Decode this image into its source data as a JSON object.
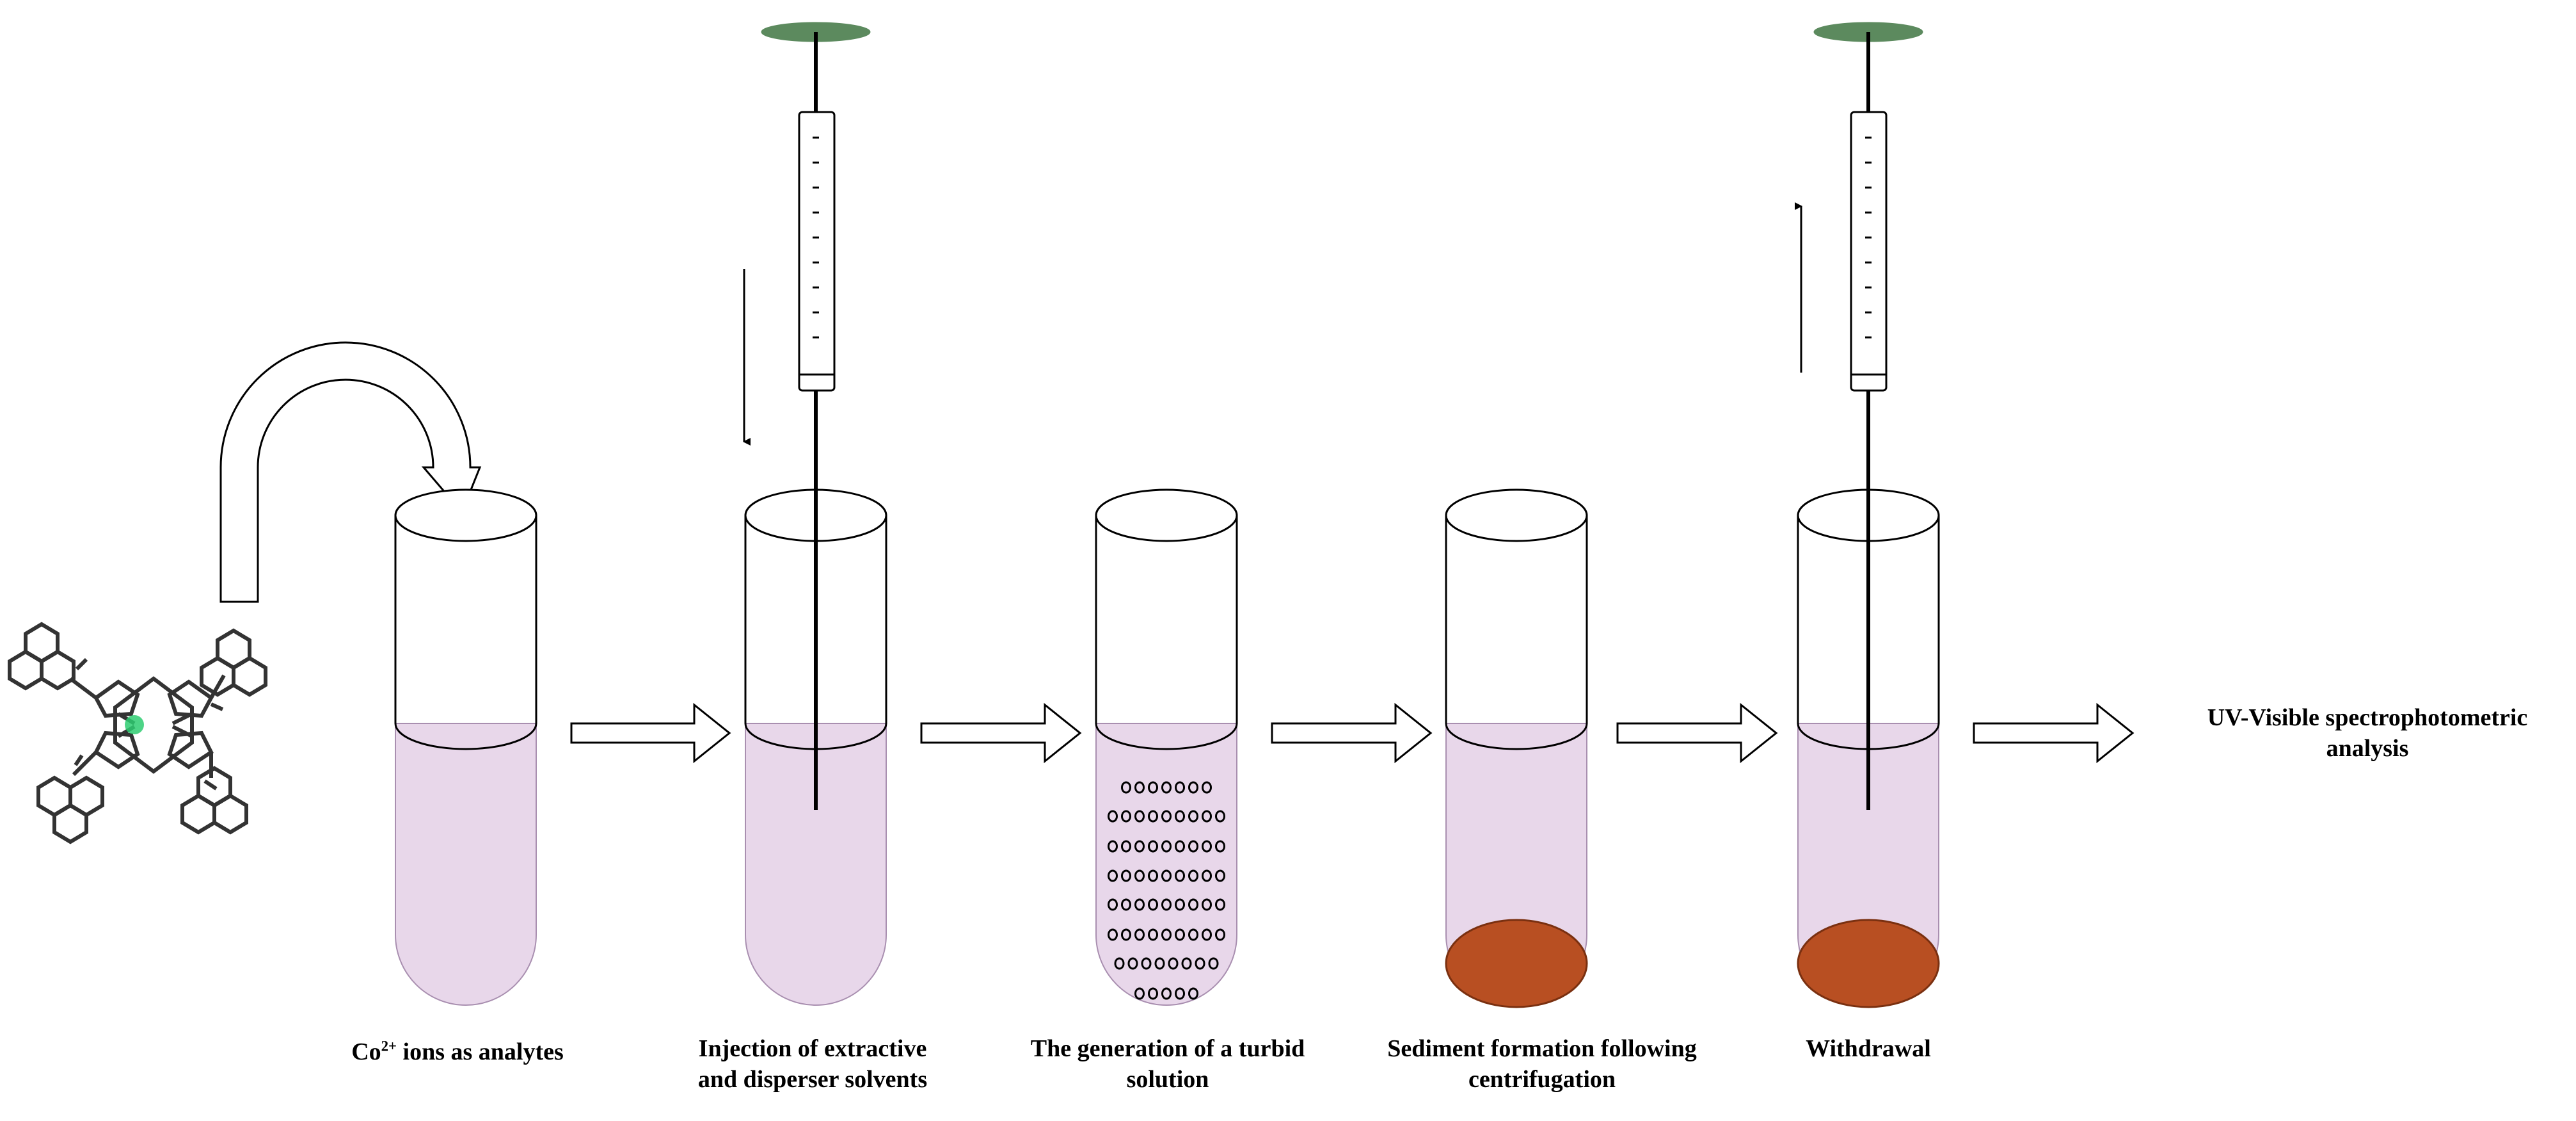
{
  "steps": [
    {
      "id": "analytes",
      "label_prefix": "Co",
      "label_sup": "2+",
      "label_suffix": " ions as analytes"
    },
    {
      "id": "injection",
      "line1": "Injection of extractive",
      "line2": "and disperser solvents"
    },
    {
      "id": "turbid",
      "line1": "The generation of a turbid",
      "line2": "solution"
    },
    {
      "id": "sediment",
      "line1": "Sediment formation following",
      "line2": "centrifugation"
    },
    {
      "id": "withdrawal",
      "line1": "Withdrawal"
    }
  ],
  "final": {
    "line1": "UV-Visible spectrophotometric",
    "line2": "analysis"
  },
  "colors": {
    "solution": "#e8d7ea",
    "sediment": "#b84f22",
    "plunger": "#5c8a5e",
    "outline": "#000000"
  }
}
